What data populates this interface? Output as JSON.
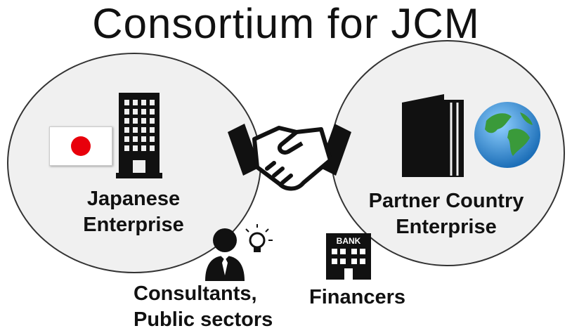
{
  "title": "Consortium for JCM",
  "left_party": {
    "line1": "Japanese",
    "line2": "Enterprise"
  },
  "right_party": {
    "line1": "Partner Country",
    "line2": "Enterprise"
  },
  "consultants": {
    "line1": "Consultants,",
    "line2": "Public sectors"
  },
  "financers": {
    "label": "Financers",
    "bank_sign": "BANK"
  },
  "colors": {
    "flag_red": "#e8000b",
    "globe_ocean": "#2f8fd8",
    "globe_land": "#3a9a3a",
    "icon_black": "#111111"
  }
}
